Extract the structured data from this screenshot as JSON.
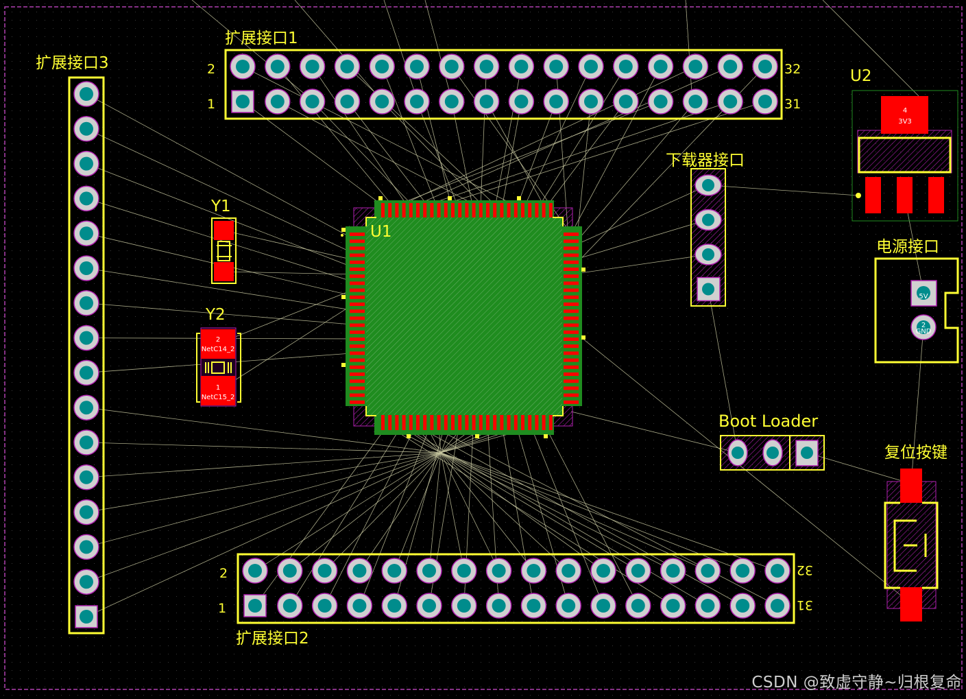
{
  "colors": {
    "background": "#000000",
    "silkscreen": "#ffff00",
    "pad_copper": "#d0d0d0",
    "pad_hole": "#008c8c",
    "smd_pad": "#ff0000",
    "ratsnest": "#c8c8a0",
    "chip_body": "#1f8c1f",
    "overlay": "#b020b0"
  },
  "labels": {
    "ext1": "扩展接口1",
    "ext2": "扩展接口2",
    "ext3": "扩展接口3",
    "y1": "Y1",
    "y2": "Y2",
    "u1": "U1",
    "u2": "U2",
    "downloader": "下载器接口",
    "power": "电源接口",
    "bootloader": "Boot Loader",
    "reset": "复位按键"
  },
  "pin_numbers": {
    "ext1_top_left": "2",
    "ext1_bottom_left": "1",
    "ext1_top_right": "32",
    "ext1_bottom_right": "31",
    "ext2_top_left": "2",
    "ext2_bottom_left": "1",
    "ext2_top_right": "32",
    "ext2_bottom_right": "31"
  },
  "pad_text": {
    "u2_tab_num": "4",
    "u2_tab_net": "3V3",
    "y2_top_num": "2",
    "y2_top_net": "NetC14_2",
    "y2_bottom_num": "1",
    "y2_bottom_net": "NetC15_2",
    "power_pin1": "5V",
    "power_pin2_num": "2",
    "power_pin2_net": "GND"
  },
  "watermark": "CSDN @致虚守静~归根复命"
}
